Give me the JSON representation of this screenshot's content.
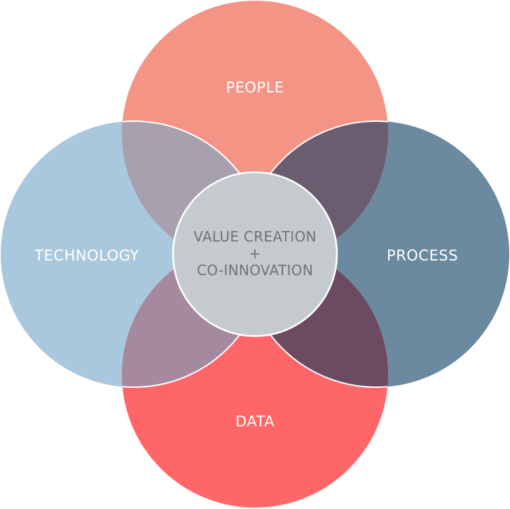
{
  "diagram": {
    "center": {
      "line1": "VALUE CREATION",
      "line2": "+",
      "line3": "CO-INNOVATION"
    },
    "circles": {
      "people": {
        "label": "PEOPLE",
        "color": "#F49484"
      },
      "technology": {
        "label": "TECHNOLOGY",
        "color": "#A9C8DE"
      },
      "process": {
        "label": "PROCESS",
        "color": "#6B899F"
      },
      "data": {
        "label": "DATA",
        "color": "#FF6667"
      }
    },
    "overlaps": {
      "people_technology": "#A7A0AE",
      "people_process": "#6A5D6F",
      "data_technology": "#A58A9F",
      "data_process": "#6B4A62"
    },
    "center_color": "#C4CACE"
  }
}
